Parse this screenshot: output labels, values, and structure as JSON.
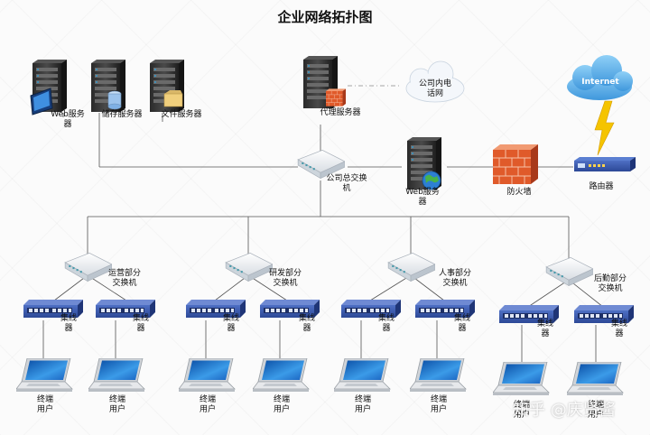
{
  "title": "企业网络拓扑图",
  "cloud_lan": "公司内电话网",
  "cloud_internet": "Internet",
  "servers": {
    "web1": "Web服务器",
    "storage": "储存服务器",
    "file": "文件服务器",
    "proxy": "代理服务器",
    "web2": "Web服务器"
  },
  "core_switch": "公司总交换机",
  "firewall": "防火墙",
  "router": "路由器",
  "dept_switches": [
    "运营部分交换机",
    "研发部分交换机",
    "人事部分交换机",
    "后勤部分交换机"
  ],
  "hub": "集线器",
  "terminal": "终端用户",
  "watermark": "知乎 @庆贤酱",
  "colors": {
    "accent": "#3b5db8",
    "firewall": "#e05a2a",
    "cloud": "#5aa9e6"
  }
}
